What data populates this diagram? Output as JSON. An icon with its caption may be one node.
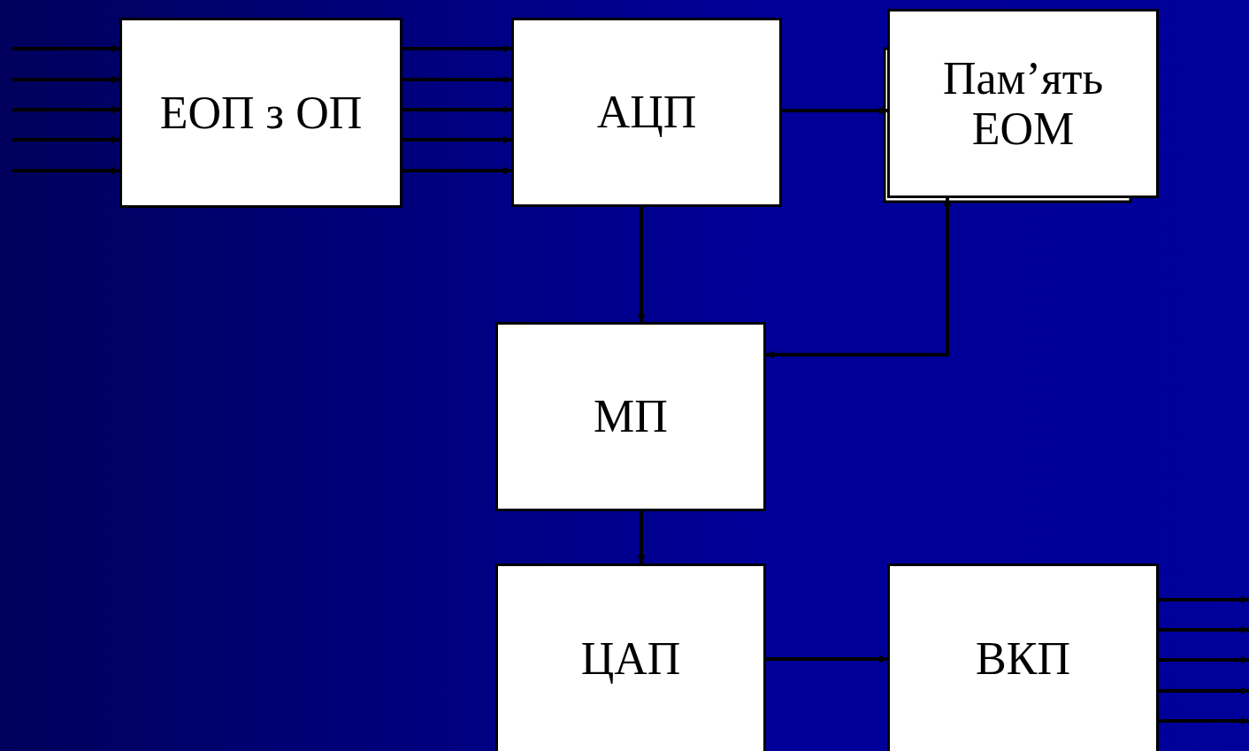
{
  "diagram": {
    "nodes": [
      {
        "text": [
          "ЕОП з ОП"
        ]
      },
      {
        "text": [
          "АЦП"
        ]
      },
      {
        "text": [
          "Пам’ять ЕОМ"
        ]
      },
      {
        "text": [
          "МП"
        ]
      },
      {
        "text": [
          "ЦАП"
        ]
      },
      {
        "text": [
          "ВКП"
        ]
      }
    ],
    "edges": [
      {
        "from": null,
        "to": 0,
        "arrow": "to"
      },
      {
        "from": null,
        "to": 0,
        "arrow": "to"
      },
      {
        "from": null,
        "to": 0,
        "arrow": "to"
      },
      {
        "from": null,
        "to": 0,
        "arrow": "to"
      },
      {
        "from": null,
        "to": 0,
        "arrow": "to"
      },
      {
        "from": 0,
        "to": 1,
        "arrow": "to"
      },
      {
        "from": 0,
        "to": 1,
        "arrow": "to"
      },
      {
        "from": 0,
        "to": 1,
        "arrow": "to"
      },
      {
        "from": 0,
        "to": 1,
        "arrow": "to"
      },
      {
        "from": 0,
        "to": 1,
        "arrow": "to"
      },
      {
        "from": 1,
        "to": 2,
        "arrow": "to"
      },
      {
        "from": 1,
        "to": 3,
        "arrow": "to"
      },
      {
        "from": 3,
        "to": 2,
        "arrow": "both"
      },
      {
        "from": 3,
        "to": 4,
        "arrow": "to"
      },
      {
        "from": 4,
        "to": 5,
        "arrow": "to"
      },
      {
        "from": 5,
        "to": null,
        "arrow": "to"
      },
      {
        "from": 5,
        "to": null,
        "arrow": "to"
      },
      {
        "from": 5,
        "to": null,
        "arrow": "to"
      },
      {
        "from": 5,
        "to": null,
        "arrow": "to"
      },
      {
        "from": 5,
        "to": null,
        "arrow": "to"
      }
    ]
  }
}
